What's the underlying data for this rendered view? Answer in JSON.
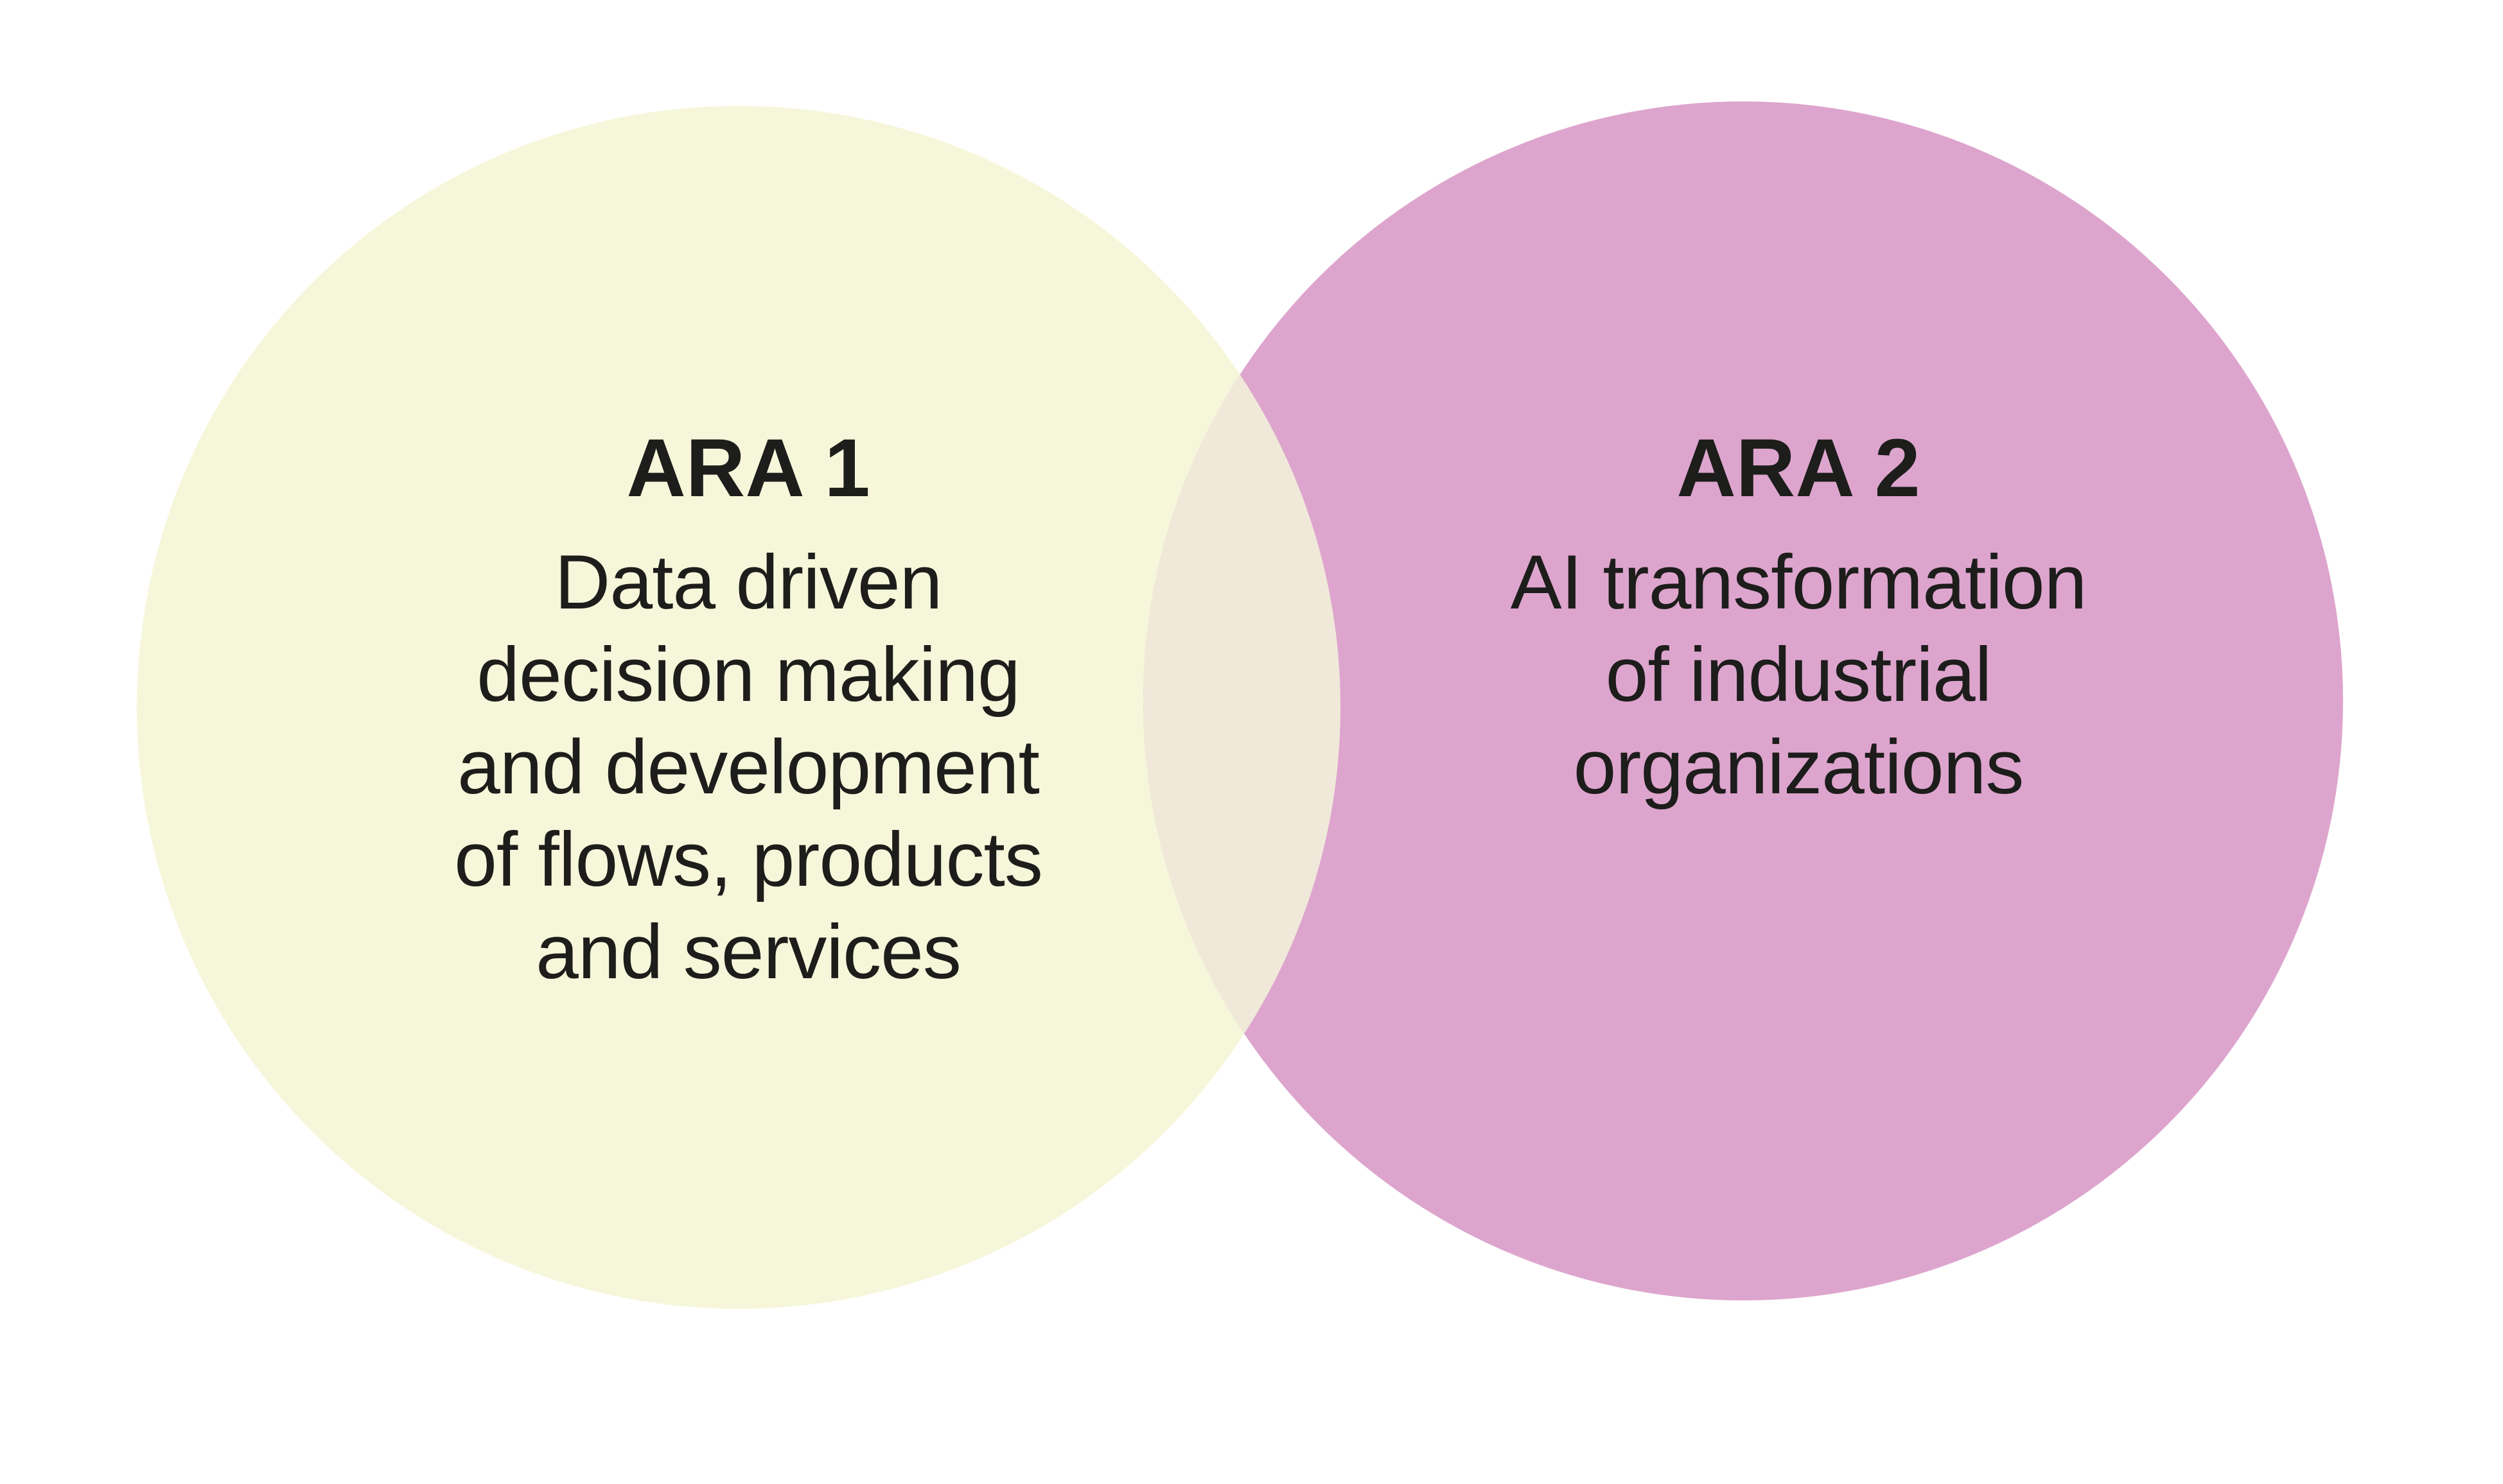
{
  "background_color": "#ffffff",
  "text_color": "#1d1d1b",
  "venn": {
    "left": {
      "title": "ARA 1",
      "lines": [
        "Data driven",
        "decision making",
        "and development",
        "of flows, products",
        "and services"
      ],
      "color": "#f6f6da"
    },
    "right": {
      "title": "ARA 2",
      "lines": [
        "AI transformation",
        "of industrial",
        "organizations"
      ],
      "color": "#dda5cd"
    },
    "overlap_color": "#f0e9da"
  }
}
